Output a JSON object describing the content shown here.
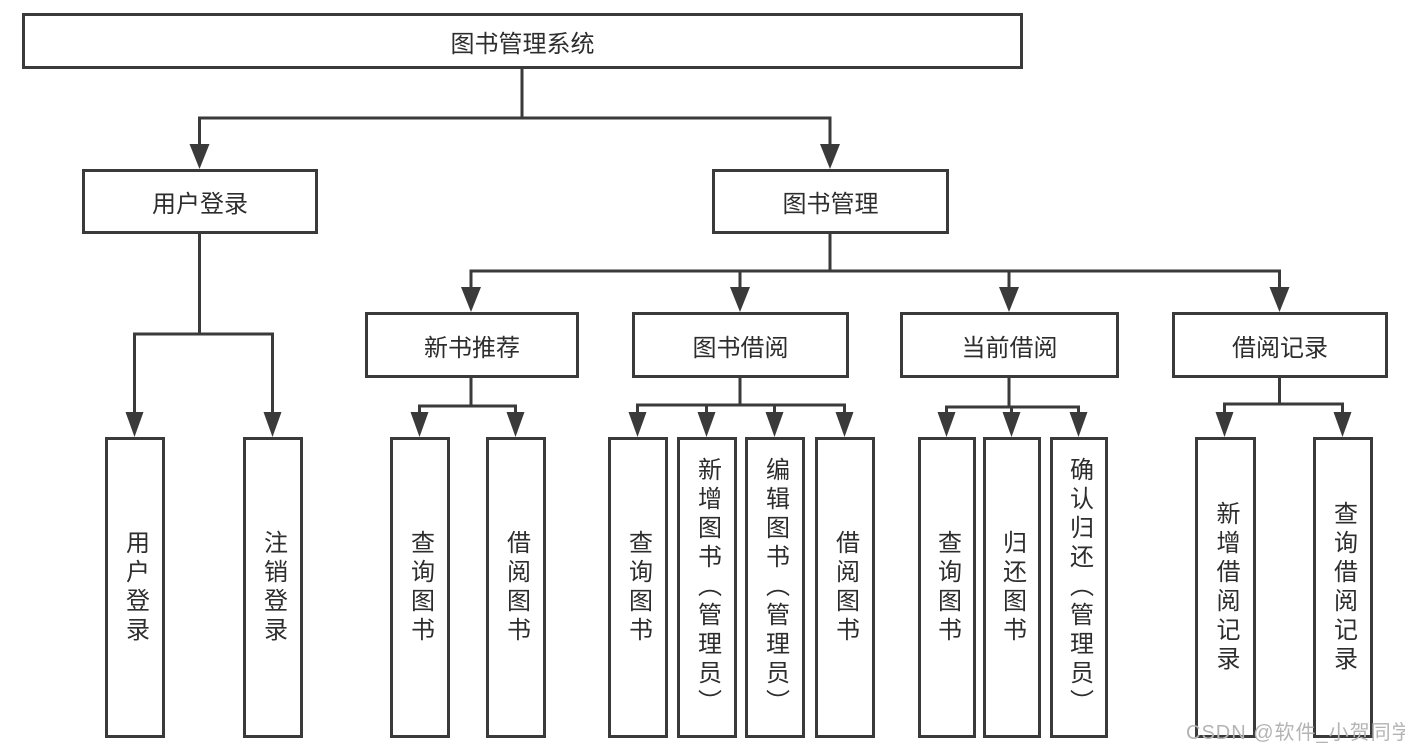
{
  "diagram": {
    "root": {
      "label": "图书管理系统"
    },
    "branches": [
      {
        "label": "用户登录",
        "children": [
          {
            "label": "用户登录"
          },
          {
            "label": "注销登录"
          }
        ]
      },
      {
        "label": "图书管理",
        "children": [
          {
            "label": "新书推荐",
            "children": [
              {
                "label": "查询图书"
              },
              {
                "label": "借阅图书"
              }
            ]
          },
          {
            "label": "图书借阅",
            "children": [
              {
                "label": "查询图书"
              },
              {
                "label": "新增图书（管理员）"
              },
              {
                "label": "编辑图书（管理员）"
              },
              {
                "label": "借阅图书"
              }
            ]
          },
          {
            "label": "当前借阅",
            "children": [
              {
                "label": "查询图书"
              },
              {
                "label": "归还图书"
              },
              {
                "label": "确认归还（管理员）"
              }
            ]
          },
          {
            "label": "借阅记录",
            "children": [
              {
                "label": "新增借阅记录"
              },
              {
                "label": "查询借阅记录"
              }
            ]
          }
        ]
      }
    ]
  },
  "watermark": "CSDN @软件_小贺同学",
  "colors": {
    "line": "#3a3a3a",
    "text": "#2d2d2d",
    "background": "#ffffff",
    "watermark": "#b4b4b4"
  }
}
